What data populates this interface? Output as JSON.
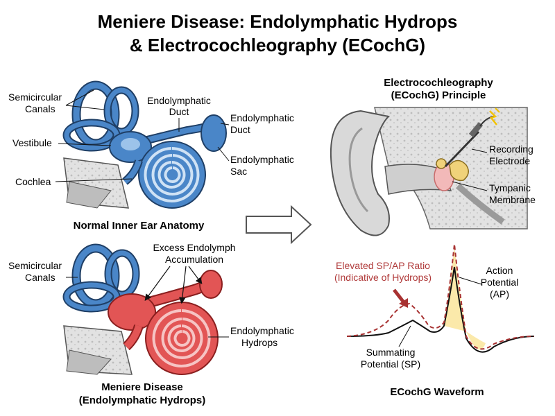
{
  "title": {
    "line1": "Meniere Disease: Endolymphatic Hydrops",
    "line2": "& Electrocochleography (ECochG)"
  },
  "normal": {
    "caption": "Normal Inner Ear Anatomy",
    "labels": {
      "semicircular_1": "Semicircular",
      "semicircular_2": "Canals",
      "vestibule": "Vestibule",
      "cochlea": "Cochlea",
      "duct_1": "Endolymphatic",
      "duct_2": "Duct",
      "duct_right_1": "Endolymphatic",
      "duct_right_2": "Duct",
      "sac_1": "Endolymphatic",
      "sac_2": "Sac"
    }
  },
  "disease": {
    "caption_1": "Meniere Disease",
    "caption_2": "(Endolymphatic Hydrops)",
    "labels": {
      "excess_1": "Excess Endolymph",
      "excess_2": "Accumulation",
      "semicircular_1": "Semicircular",
      "semicircular_2": "Canals",
      "hydrops_1": "Endolymphatic",
      "hydrops_2": "Hydrops"
    }
  },
  "ecochg": {
    "title_1": "Electrocochleography",
    "title_2": "(ECochG) Principle",
    "labels": {
      "recording_1": "Recording",
      "recording_2": "Electrode",
      "tympanic_1": "Tympanic",
      "tympanic_2": "Membrane"
    }
  },
  "waveform": {
    "caption": "ECochG Waveform",
    "elevated_1": "Elevated SP/AP Ratio",
    "elevated_2": "(Indicative of Hydrops)",
    "action_1": "Action",
    "action_2": "Potential",
    "action_3": "(AP)",
    "summating_1": "Summating",
    "summating_2": "Potential (SP)"
  },
  "colors": {
    "normal_blue": "#4a86c8",
    "hydrops_red": "#e25555",
    "elevated_text": "#b03a3a",
    "waveform_fill": "#fbe7a1"
  }
}
